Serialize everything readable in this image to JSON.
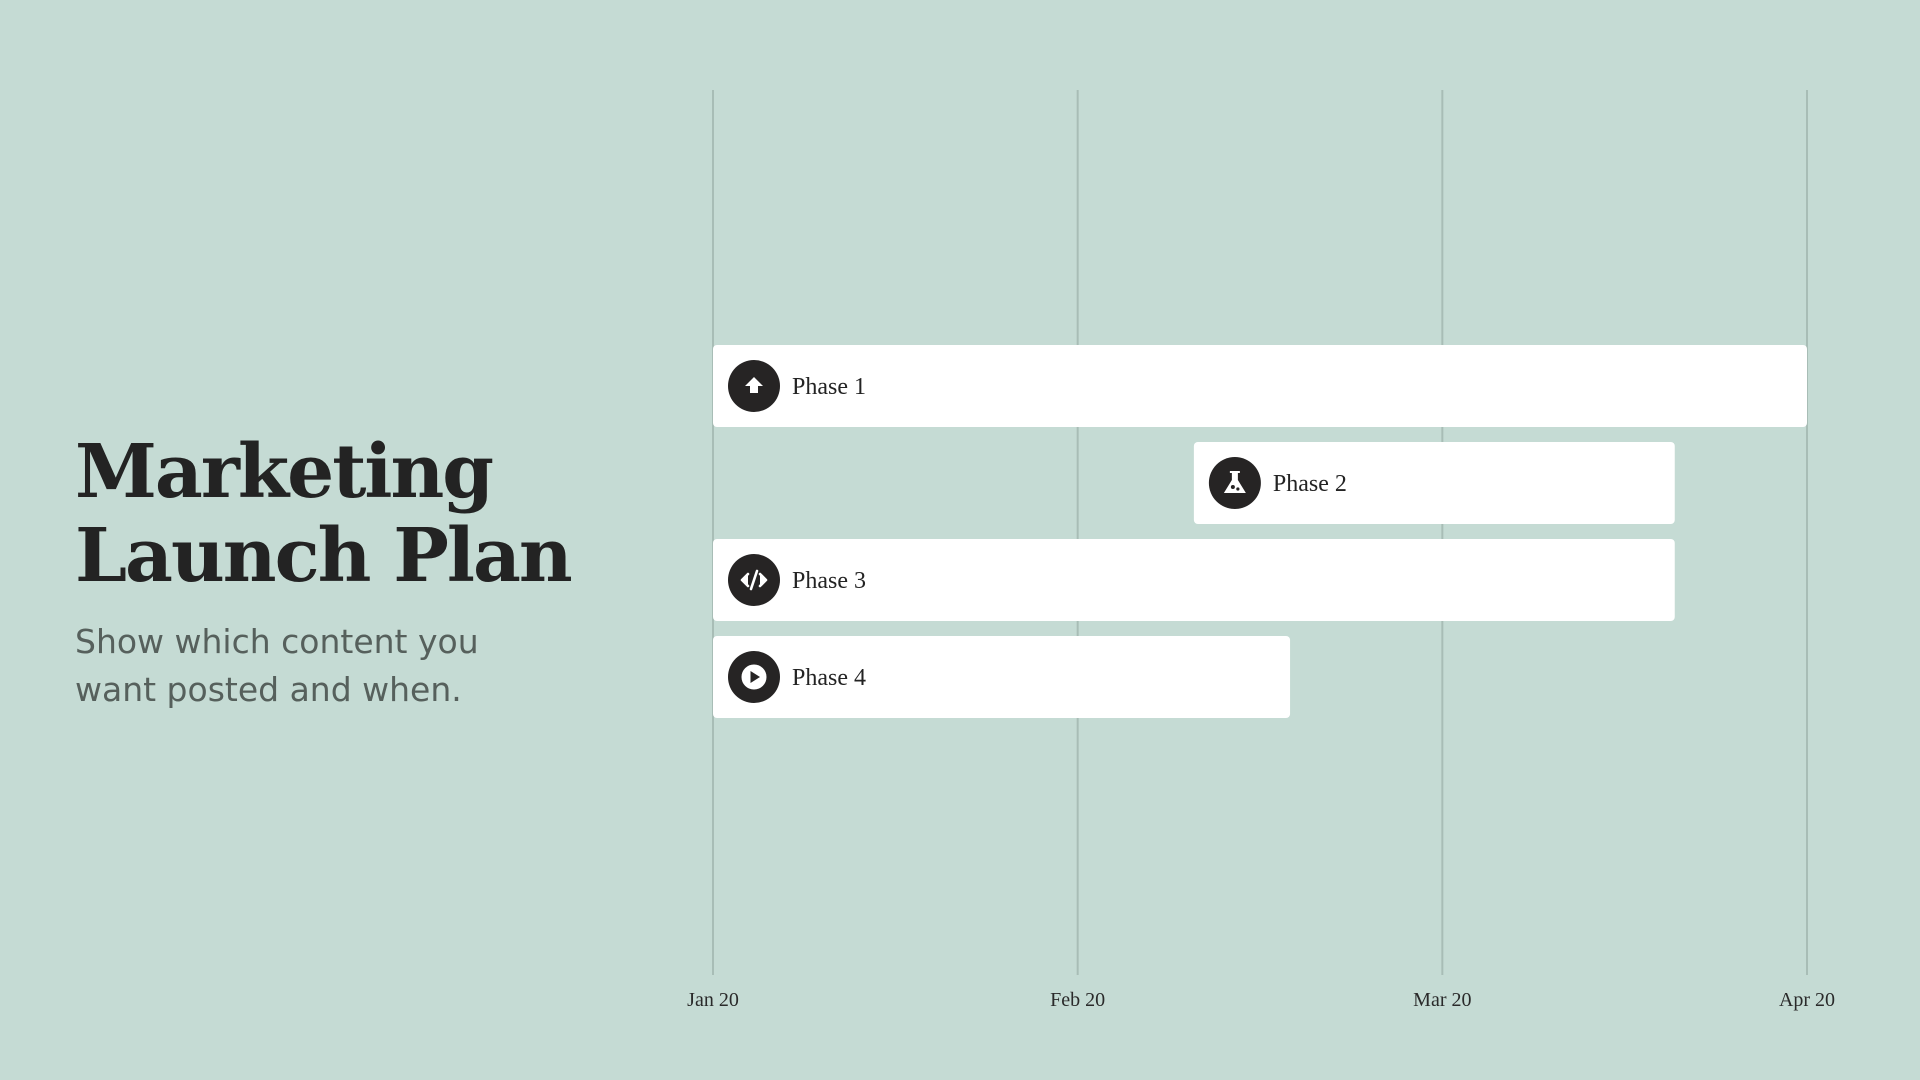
{
  "title_line1": "Marketing",
  "title_line2": "Launch Plan",
  "subtitle": "Show which content you want posted and when.",
  "colors": {
    "background": "#c5dbd4",
    "bar": "#ffffff",
    "icon_bg": "#262424",
    "text": "#232323"
  },
  "chart_data": {
    "type": "gantt",
    "x_ticks": [
      "Jan 20",
      "Feb 20",
      "Mar 20",
      "Apr 20"
    ],
    "x_range": [
      "2020-01-01",
      "2020-04-01"
    ],
    "grid": true,
    "tasks": [
      {
        "label": "Phase 1",
        "start": "2020-01-01",
        "end": "2020-04-01",
        "icon": "upload-icon"
      },
      {
        "label": "Phase 2",
        "start": "2020-02-10",
        "end": "2020-03-21",
        "icon": "flask-icon"
      },
      {
        "label": "Phase 3",
        "start": "2020-01-01",
        "end": "2020-03-21",
        "icon": "code-icon"
      },
      {
        "label": "Phase 4",
        "start": "2020-01-01",
        "end": "2020-02-18",
        "icon": "play-icon"
      }
    ]
  }
}
